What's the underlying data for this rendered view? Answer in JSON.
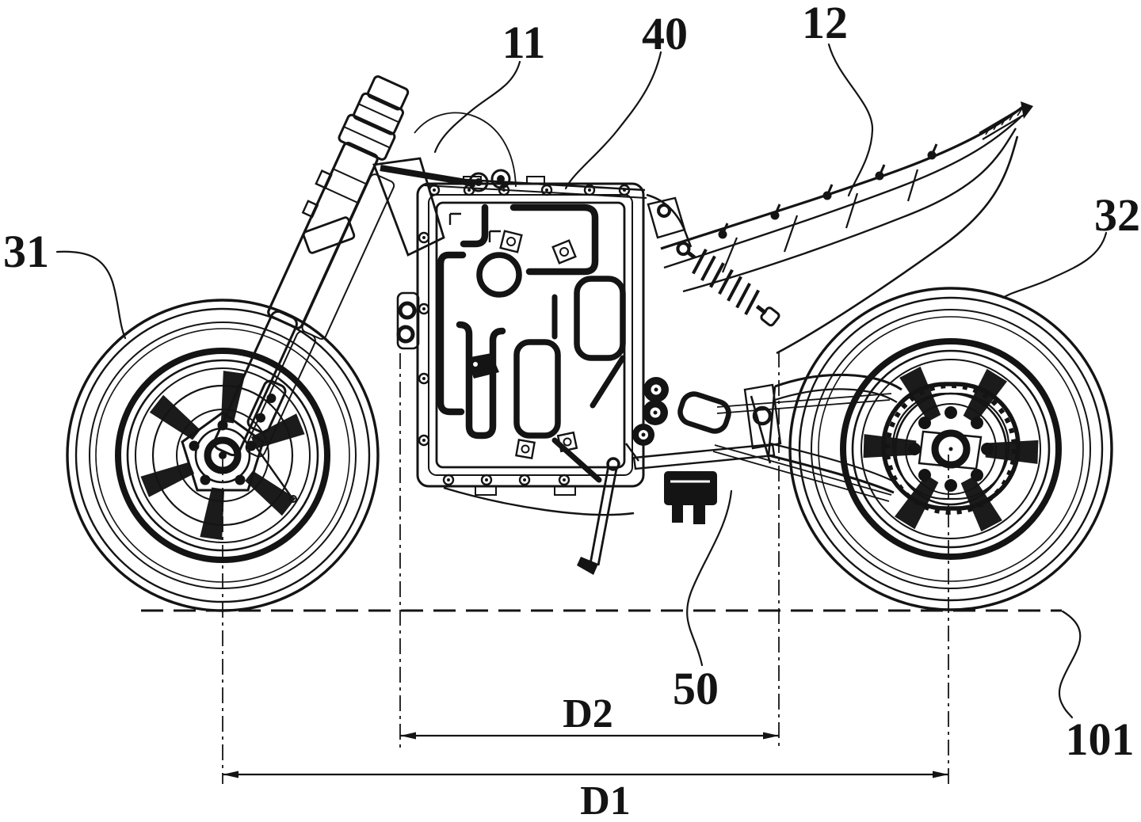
{
  "figure": {
    "background": "#ffffff",
    "ink": "#141414",
    "part_labels": {
      "frame": "11",
      "seat_frame": "12",
      "front_wheel": "31",
      "rear_wheel": "32",
      "battery_pack": "40",
      "drive_assembly": "50",
      "ground_line": "101"
    },
    "dimension_labels": {
      "wheelbase": "D1",
      "inner_span": "D2"
    }
  }
}
